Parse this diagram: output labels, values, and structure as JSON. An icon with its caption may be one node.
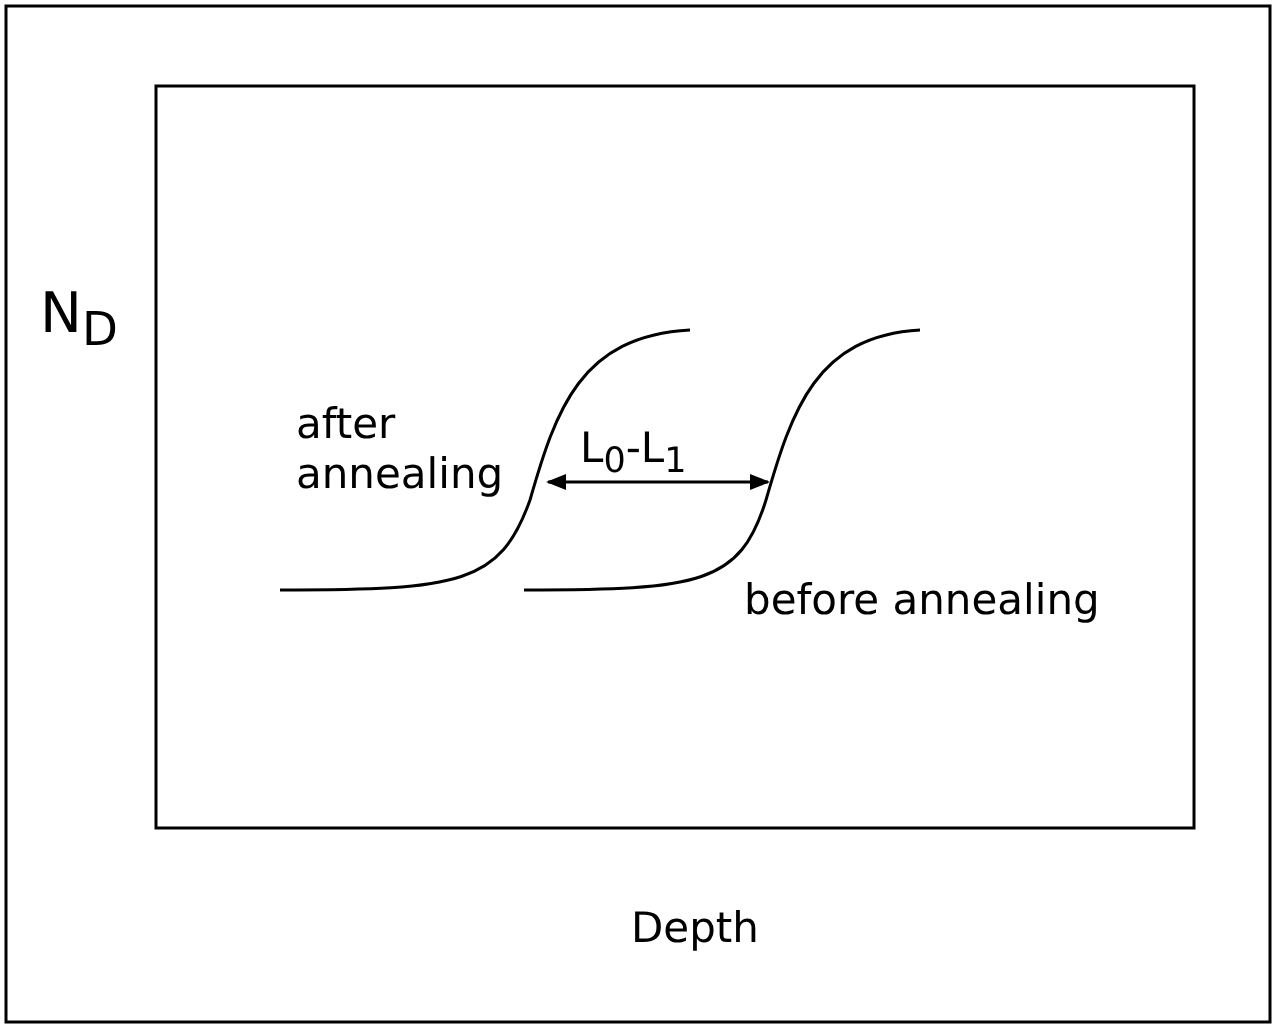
{
  "diagram": {
    "labels": [
      "N$_{D}$",
      "after annealing",
      "L$_{0}$-L$_{1}$",
      "before annealing",
      "Depth"
    ]
  }
}
